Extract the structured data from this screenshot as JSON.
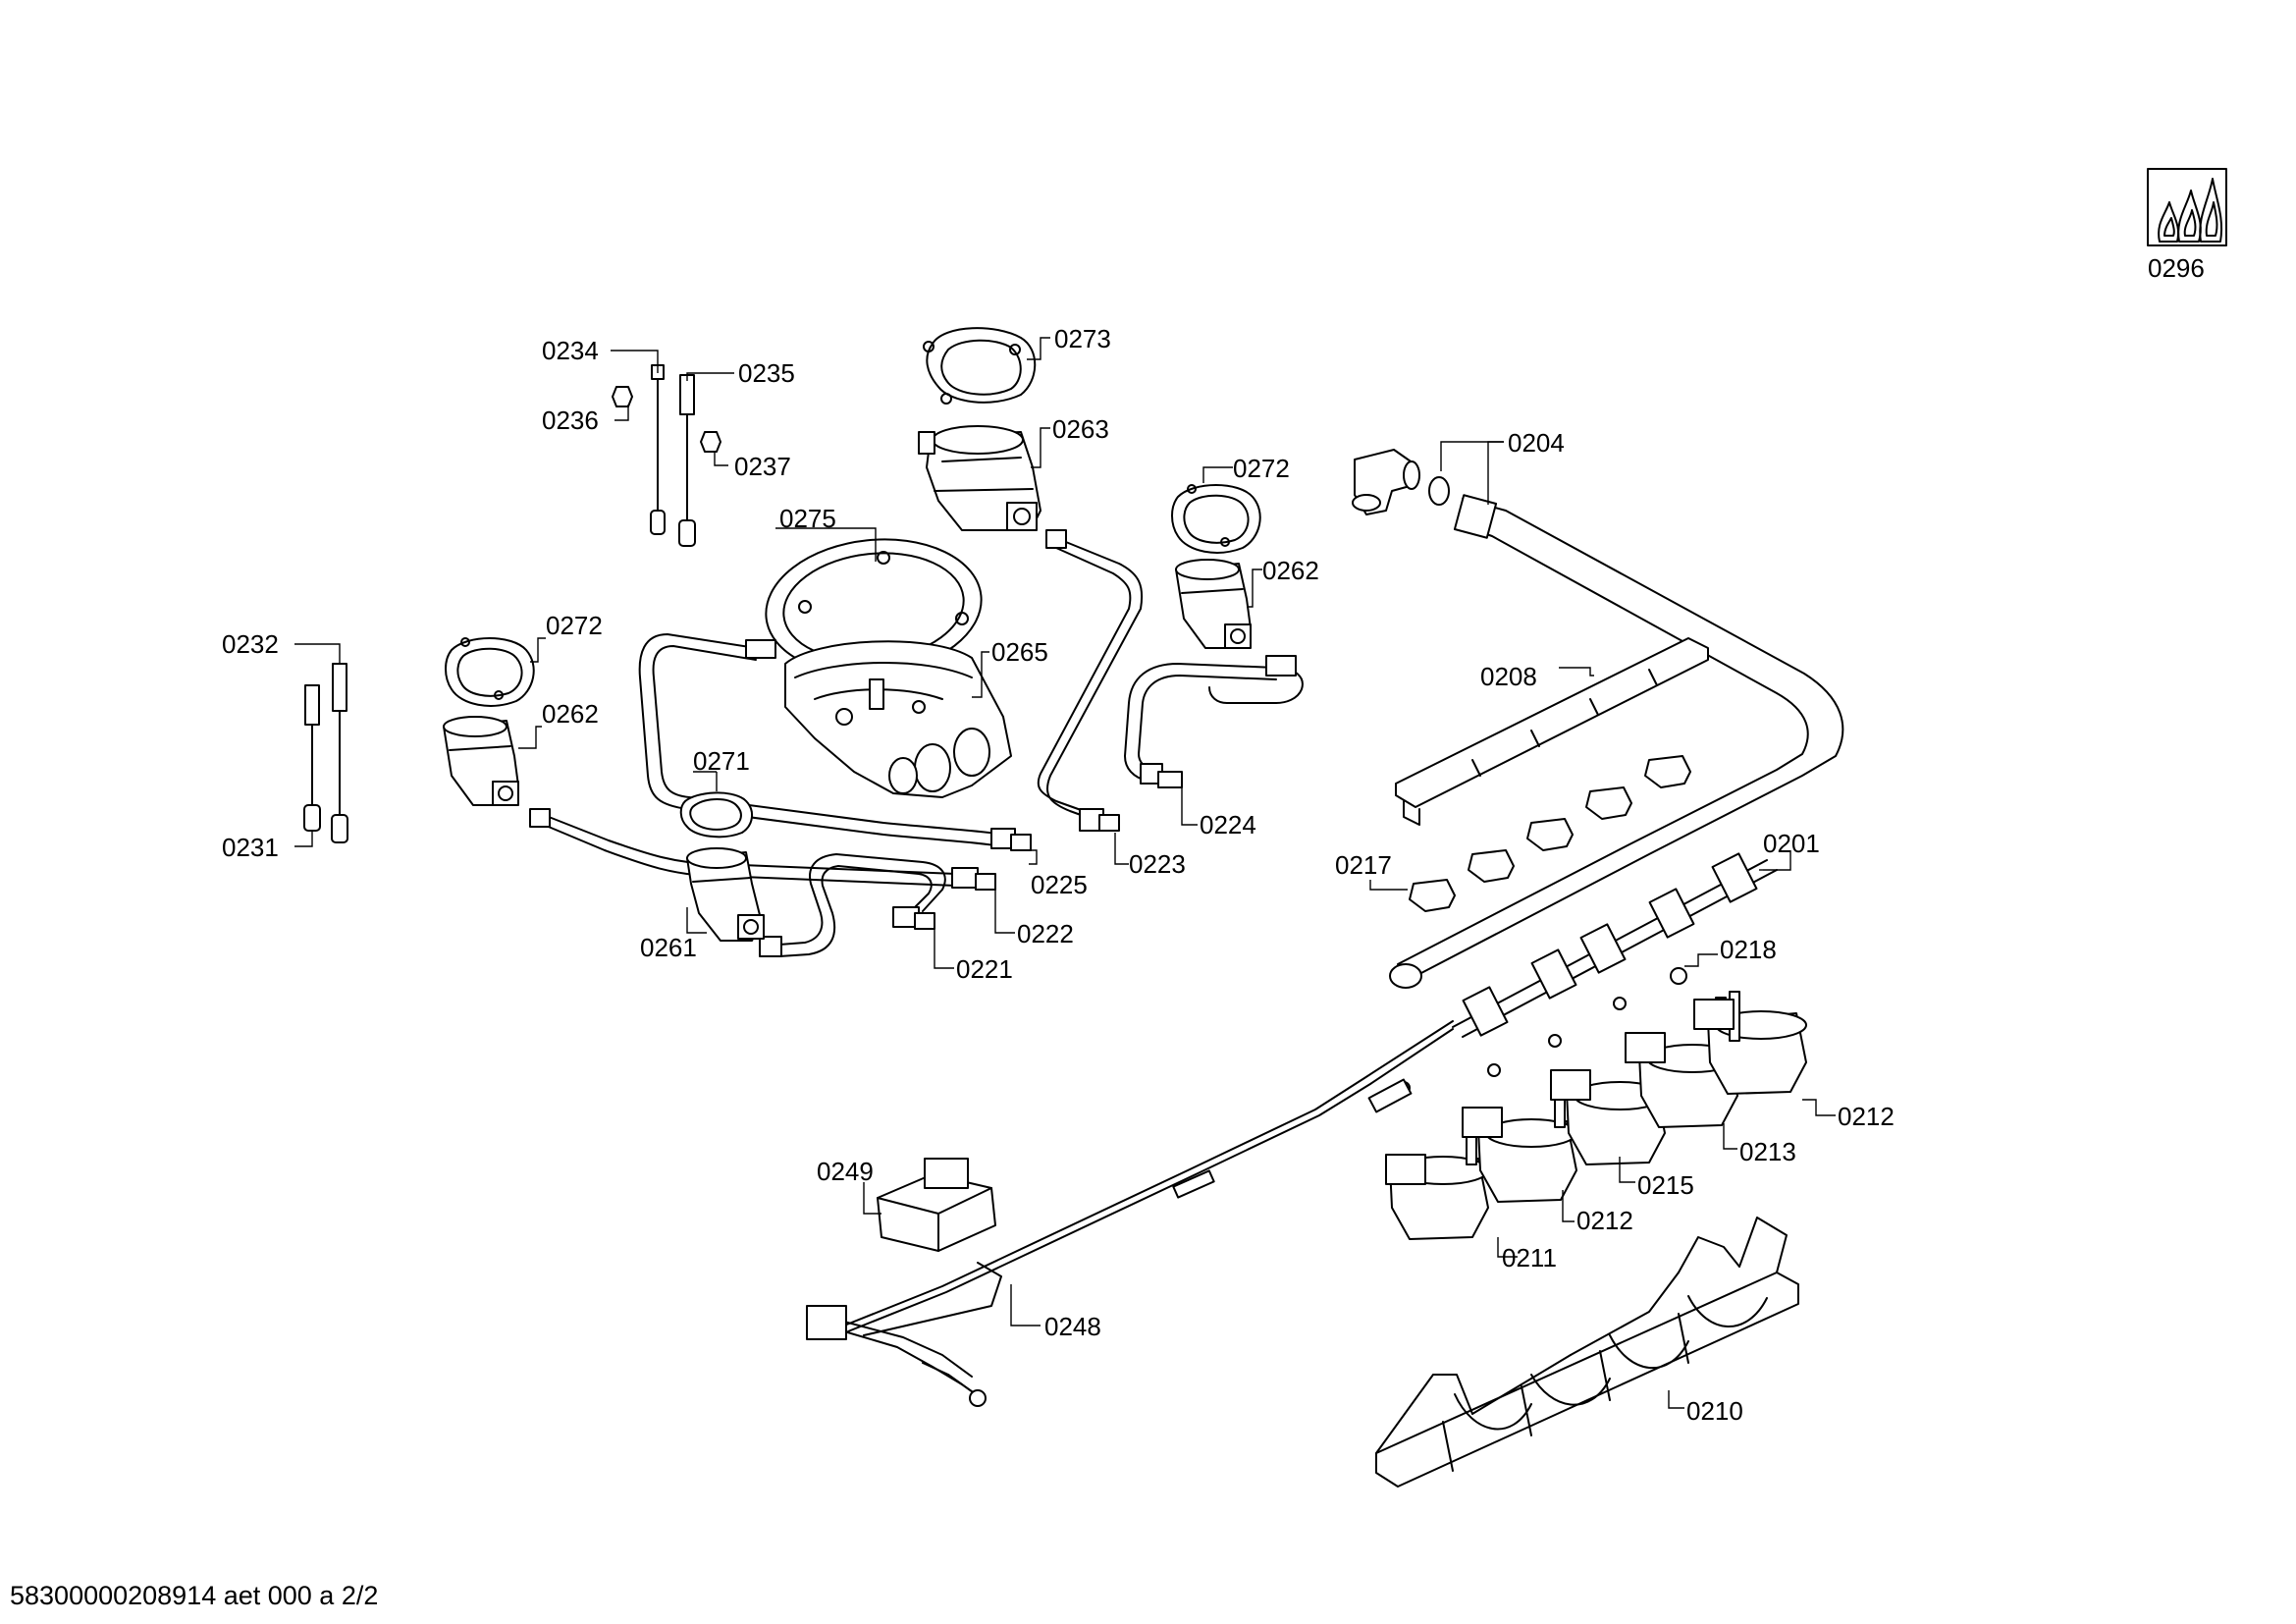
{
  "footer": "58300000208914 aet 000 a 2/2",
  "flame_badge_icon": "gas-flame-icon",
  "labels": {
    "0296": "0296",
    "0273": "0273",
    "0234": "0234",
    "0235": "0235",
    "0236": "0236",
    "0237": "0237",
    "0263": "0263",
    "0272a": "0272",
    "0204": "0204",
    "0275": "0275",
    "0262a": "0262",
    "0232": "0232",
    "0272b": "0272",
    "0265": "0265",
    "0208": "0208",
    "0262b": "0262",
    "0271": "0271",
    "0224": "0224",
    "0231": "0231",
    "0225": "0225",
    "0223": "0223",
    "0217": "0217",
    "0201": "0201",
    "0222": "0222",
    "0261": "0261",
    "0221": "0221",
    "0218": "0218",
    "0212a": "0212",
    "0213": "0213",
    "0215": "0215",
    "0249": "0249",
    "0212b": "0212",
    "0211": "0211",
    "0248": "0248",
    "0210": "0210"
  }
}
